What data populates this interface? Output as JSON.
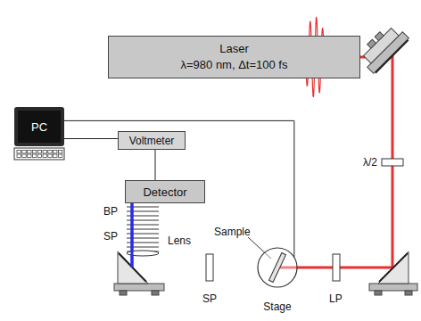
{
  "diagram": {
    "nodes": [
      {
        "text": [
          "Laser",
          "λ=980 nm,  Δt=100 fs"
        ]
      },
      {
        "text": [
          "PC"
        ]
      },
      {
        "text": [
          "Voltmeter"
        ]
      },
      {
        "text": [
          "Detector"
        ]
      },
      {
        "text": [
          "Stage"
        ]
      }
    ],
    "edges": [
      {
        "from": 1,
        "to": 2,
        "arrow": "none"
      },
      {
        "from": 1,
        "to": 4,
        "arrow": "none"
      },
      {
        "from": 2,
        "to": 3,
        "arrow": "none"
      }
    ],
    "labels": [
      "λ/2",
      "BP",
      "SP",
      "Lens",
      "Sample",
      "SP",
      "LP"
    ]
  }
}
